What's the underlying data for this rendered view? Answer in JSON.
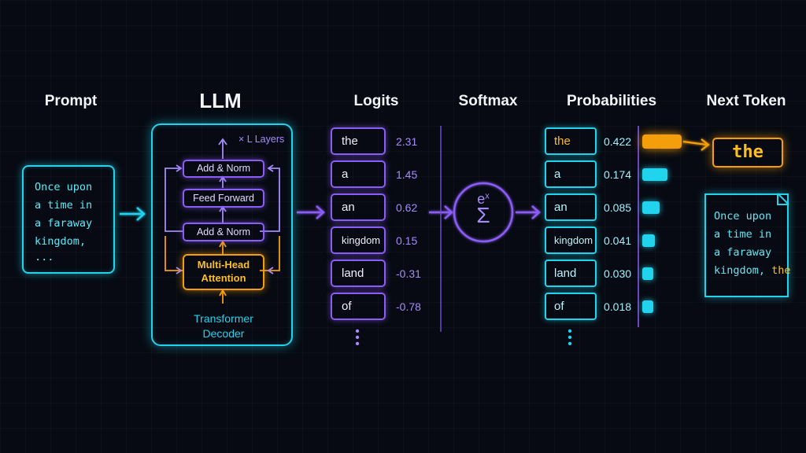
{
  "headings": {
    "prompt": "Prompt",
    "llm": "LLM",
    "logits": "Logits",
    "softmax": "Softmax",
    "probabilities": "Probabilities",
    "next_token": "Next Token"
  },
  "prompt": {
    "lines": [
      "Once upon",
      "a time in",
      "a faraway",
      "kingdom,",
      "..."
    ]
  },
  "llm": {
    "layers_label": "× L Layers",
    "blocks": {
      "add_norm_top": "Add & Norm",
      "feed_forward": "Feed Forward",
      "add_norm_bottom": "Add & Norm",
      "attention_line1": "Multi-Head",
      "attention_line2": "Attention"
    },
    "decoder_line1": "Transformer",
    "decoder_line2": "Decoder"
  },
  "logits": [
    {
      "token": "the",
      "value": "2.31"
    },
    {
      "token": "a",
      "value": "1.45"
    },
    {
      "token": "an",
      "value": "0.62"
    },
    {
      "token": "kingdom",
      "value": "0.15"
    },
    {
      "token": "land",
      "value": "-0.31"
    },
    {
      "token": "of",
      "value": "-0.78"
    }
  ],
  "softmax": {
    "exponent": "x",
    "base": "e",
    "sigma": "Σ"
  },
  "probabilities": [
    {
      "token": "the",
      "value": "0.422",
      "p": 0.422
    },
    {
      "token": "a",
      "value": "0.174",
      "p": 0.174
    },
    {
      "token": "an",
      "value": "0.085",
      "p": 0.085
    },
    {
      "token": "kingdom",
      "value": "0.041",
      "p": 0.041
    },
    {
      "token": "land",
      "value": "0.030",
      "p": 0.03
    },
    {
      "token": "of",
      "value": "0.018",
      "p": 0.018
    }
  ],
  "next_token": {
    "token": "the",
    "result_lines": [
      "Once upon",
      "a time in",
      "a faraway",
      "kingdom, "
    ],
    "result_highlight": "the"
  },
  "colors": {
    "cyan": "#22d3ee",
    "violet": "#8b5cf6",
    "orange": "#f59e0b",
    "background": "#070a12"
  }
}
